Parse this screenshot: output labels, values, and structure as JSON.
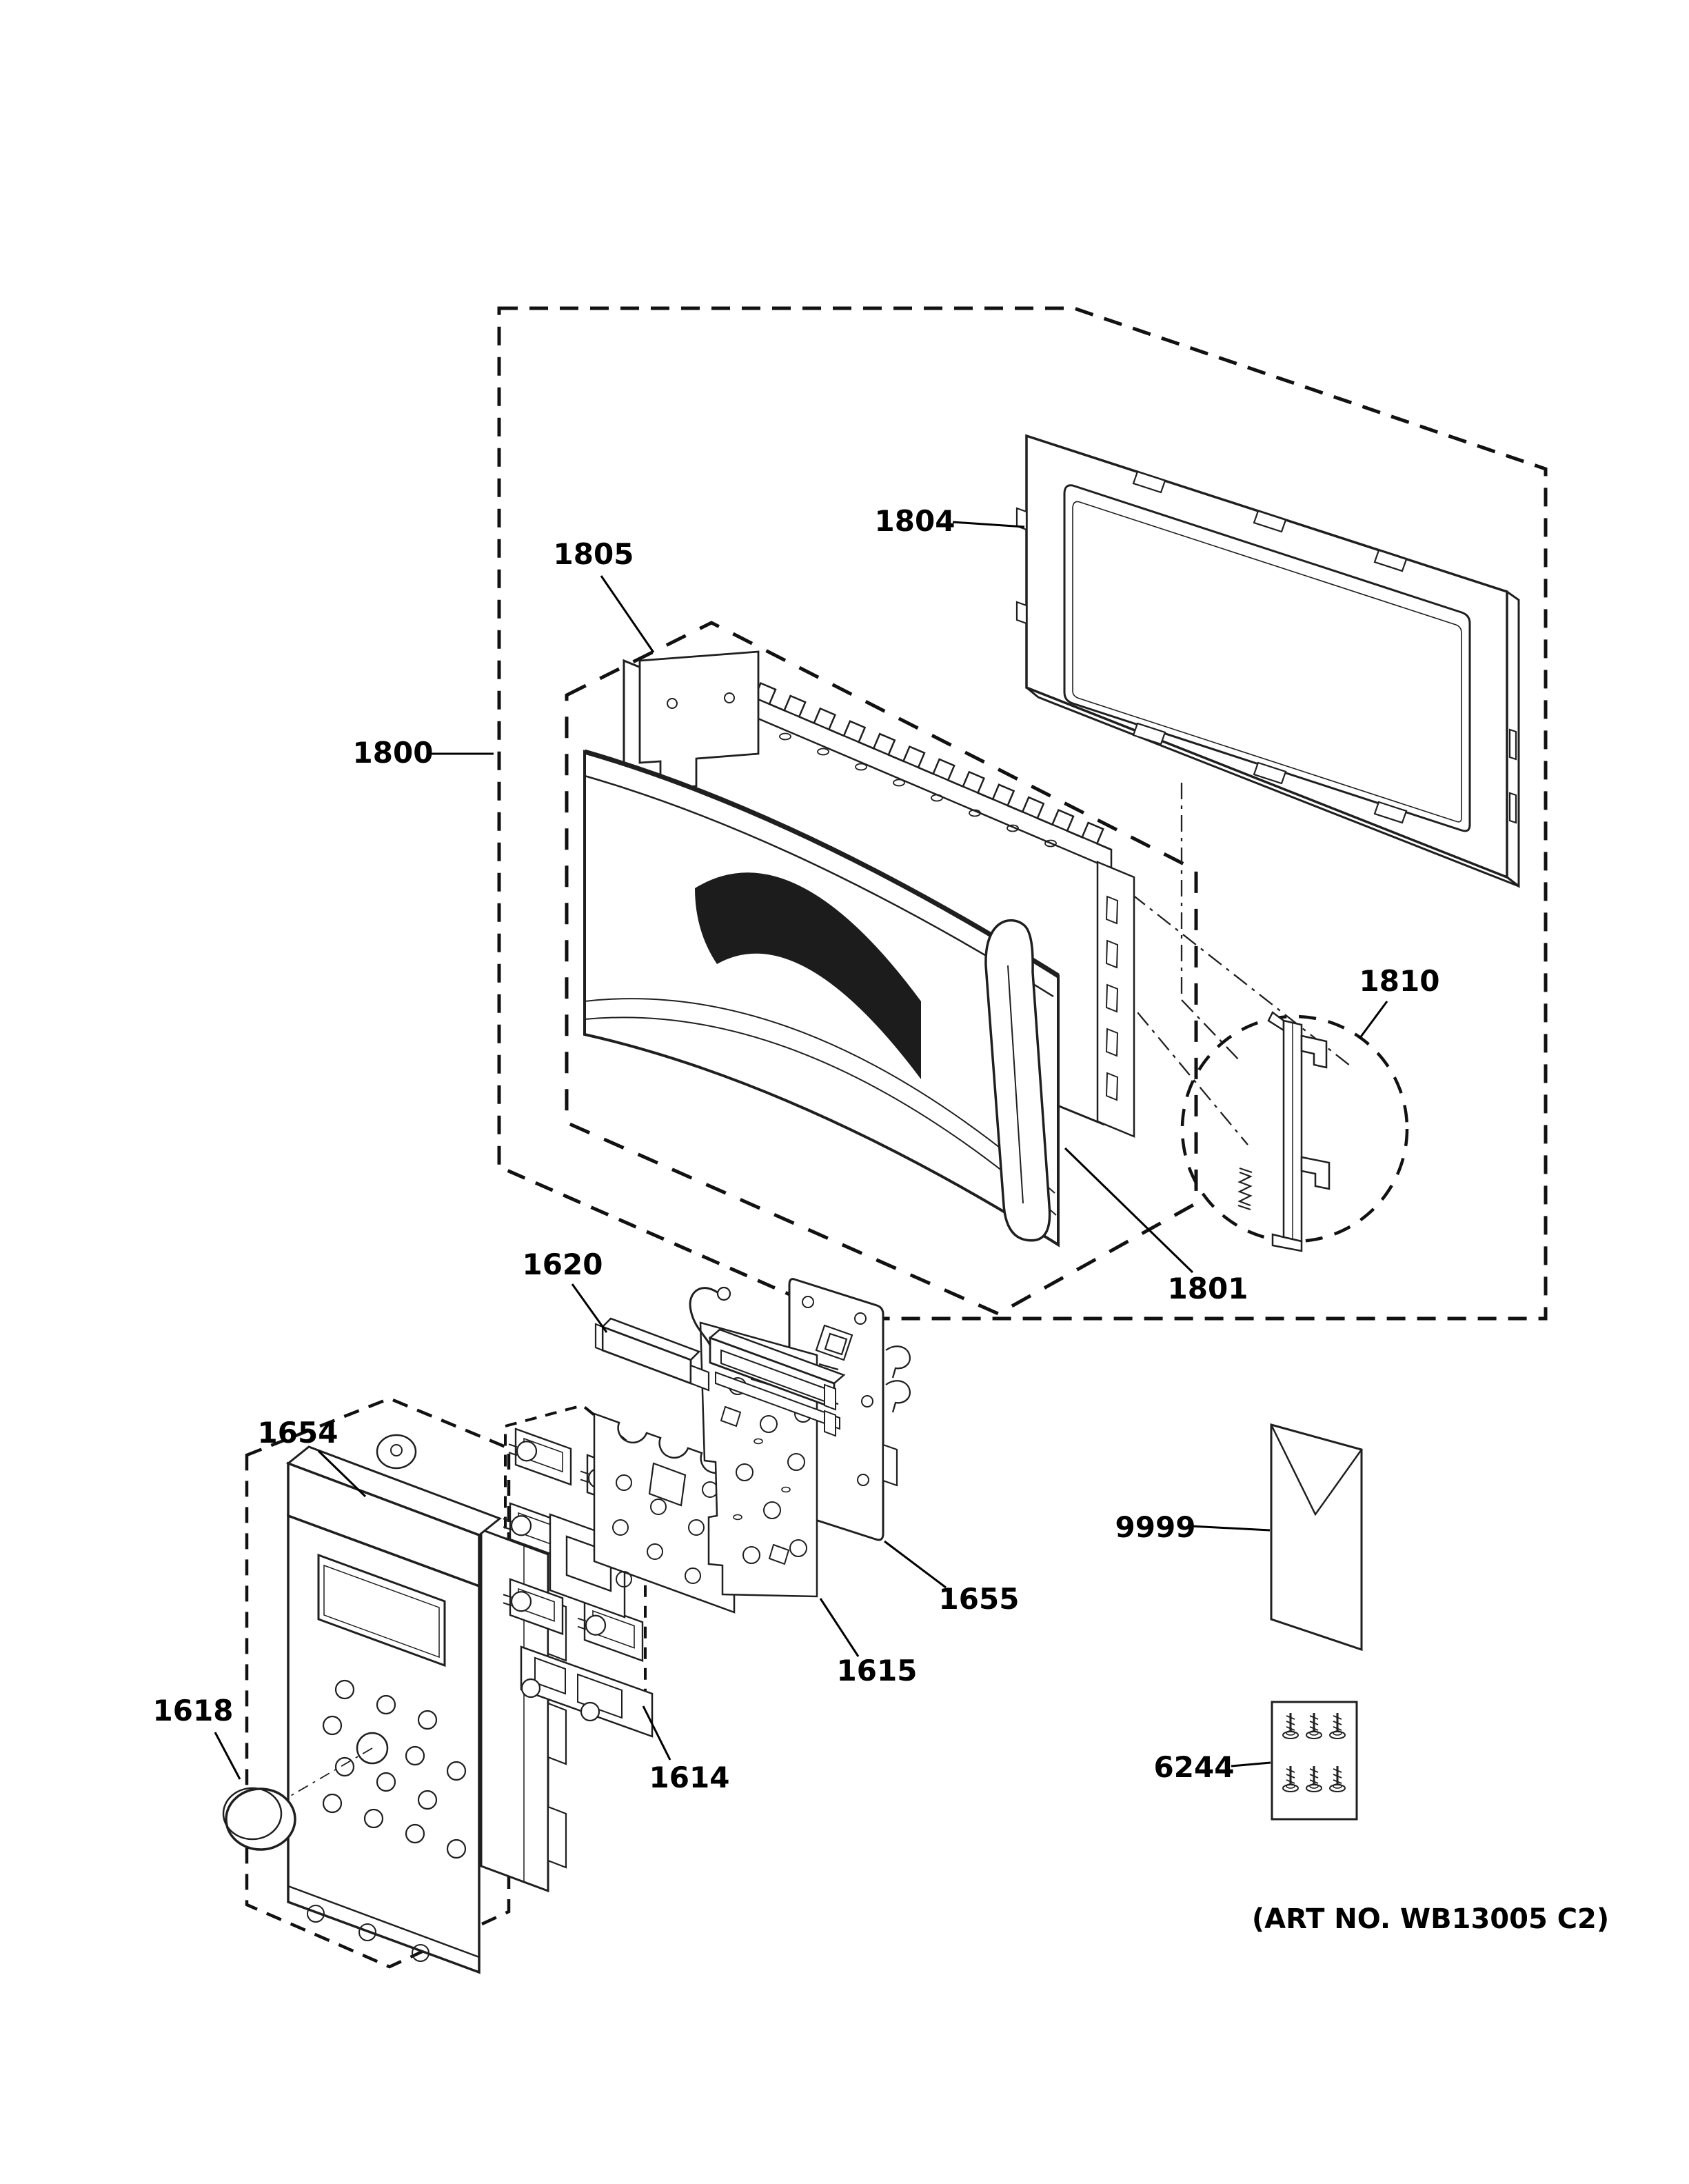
{
  "diagram": {
    "type": "exploded-parts-diagram",
    "art_no": "(ART NO. WB13005 C2)",
    "labels": {
      "p1800": "1800",
      "p1801": "1801",
      "p1804": "1804",
      "p1805": "1805",
      "p1810": "1810",
      "p1614": "1614",
      "p1615": "1615",
      "p1618": "1618",
      "p1620": "1620",
      "p1654": "1654",
      "p1655": "1655",
      "p9999": "9999",
      "p6244": "6244"
    },
    "colors": {
      "line": "#1f1f1f",
      "background": "#ffffff",
      "window_fill": "#1c1c1c"
    }
  }
}
